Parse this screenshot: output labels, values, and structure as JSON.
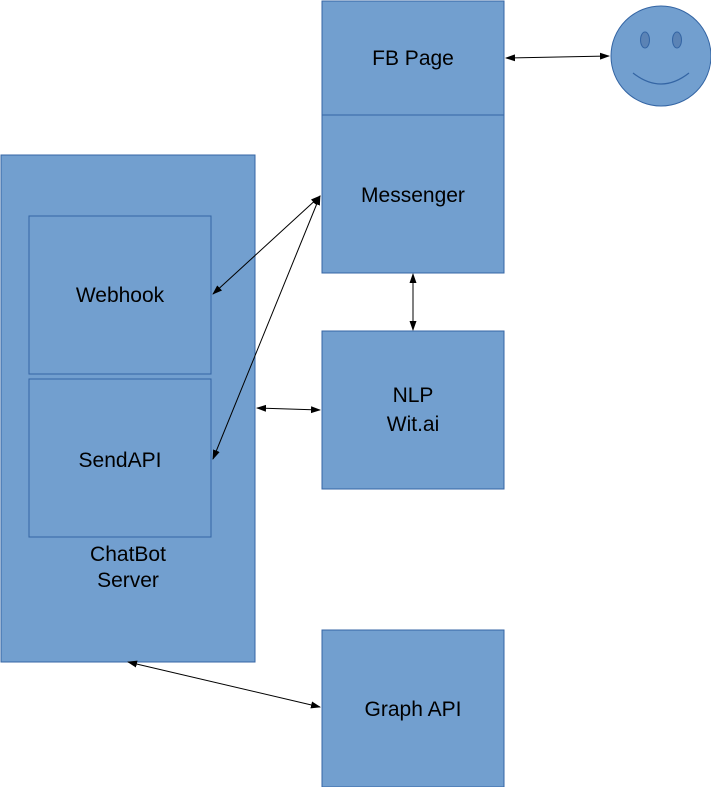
{
  "colors": {
    "box_fill": "#729fcf",
    "box_stroke": "#3465a4",
    "face_fill": "#729fcf",
    "face_stroke": "#3465a4",
    "connector": "#000000"
  },
  "nodes": {
    "fb_page": {
      "label": "FB Page"
    },
    "messenger": {
      "label": "Messenger"
    },
    "nlp": {
      "line1": "NLP",
      "line2": "Wit.ai"
    },
    "graph_api": {
      "label": "Graph API"
    },
    "chatbot_server": {
      "line1": "ChatBot",
      "line2": "Server"
    },
    "webhook": {
      "label": "Webhook"
    },
    "sendapi": {
      "label": "SendAPI"
    },
    "user": {
      "icon": "smiley-face-icon"
    }
  },
  "edges": [
    {
      "from": "fb_page",
      "to": "user",
      "direction": "bidirectional"
    },
    {
      "from": "messenger",
      "to": "webhook",
      "direction": "bidirectional"
    },
    {
      "from": "messenger",
      "to": "sendapi",
      "direction": "bidirectional"
    },
    {
      "from": "messenger",
      "to": "nlp",
      "direction": "bidirectional"
    },
    {
      "from": "chatbot_server",
      "to": "nlp",
      "direction": "bidirectional"
    },
    {
      "from": "chatbot_server",
      "to": "graph_api",
      "direction": "bidirectional"
    }
  ]
}
